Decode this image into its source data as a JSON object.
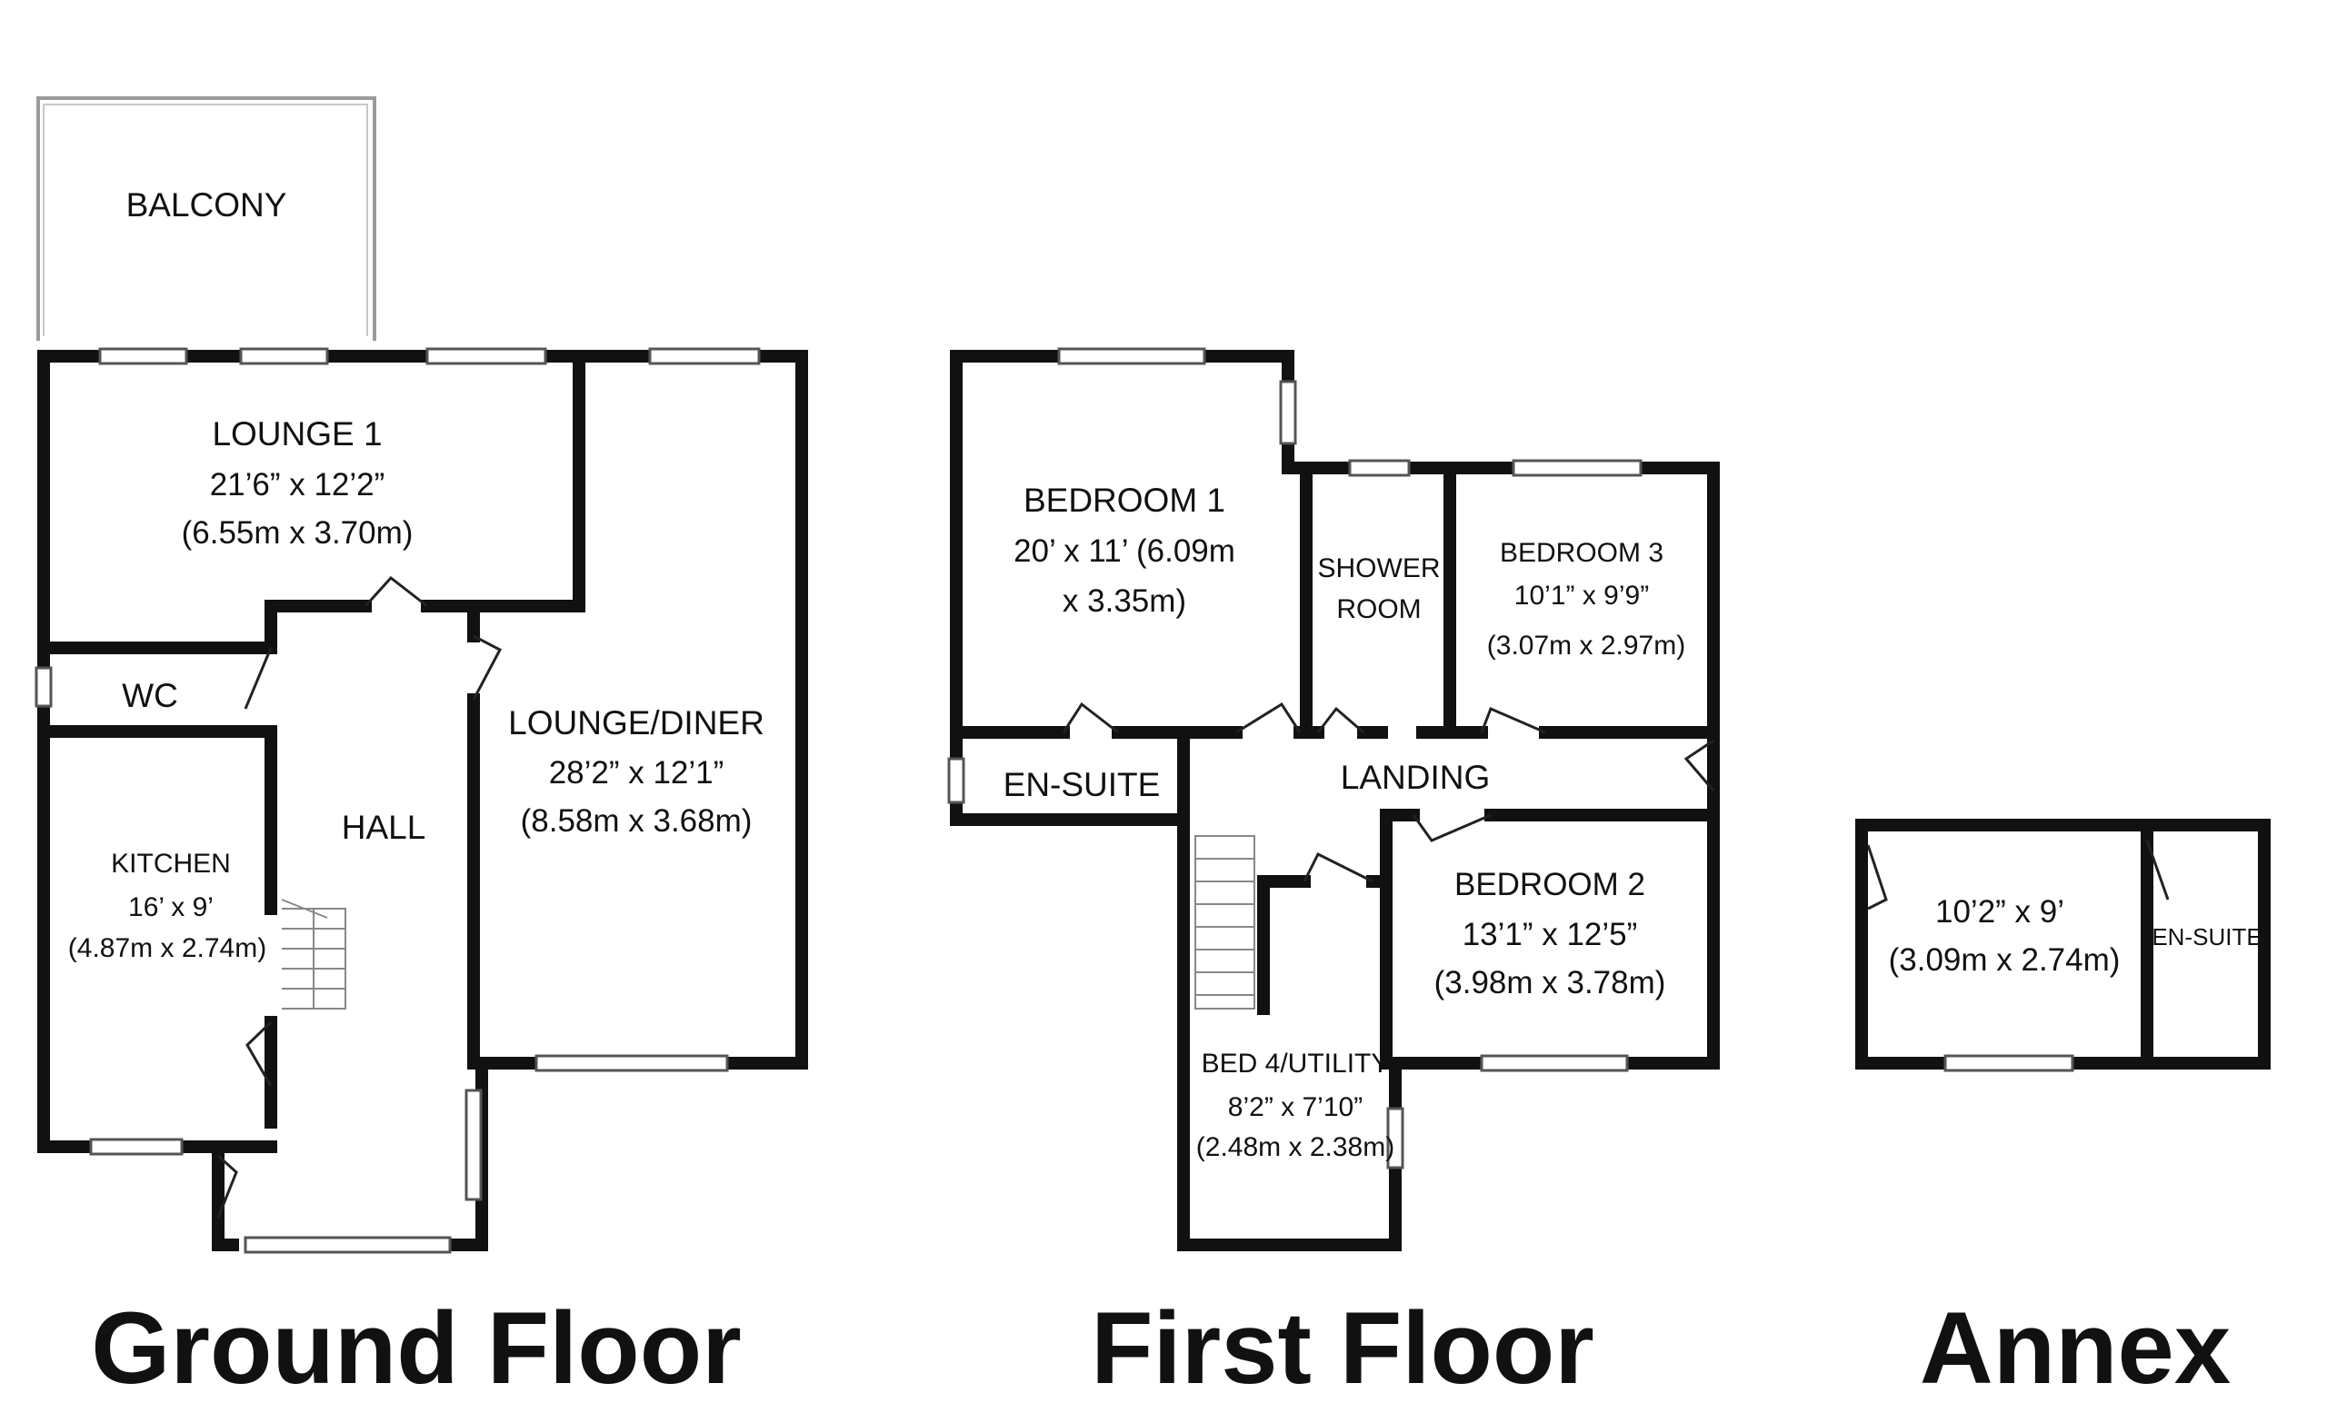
{
  "floors": {
    "ground": {
      "title": "Ground Floor",
      "rooms": {
        "balcony": {
          "name": "BALCONY"
        },
        "lounge1": {
          "name": "LOUNGE 1",
          "dim_imperial": "21’6” x 12’2”",
          "dim_metric": "(6.55m x 3.70m)"
        },
        "wc": {
          "name": "WC"
        },
        "kitchen": {
          "name": "KITCHEN",
          "dim_imperial": "16’ x 9’",
          "dim_metric": "(4.87m x 2.74m)"
        },
        "hall": {
          "name": "HALL"
        },
        "lounge_diner": {
          "name": "LOUNGE/DINER",
          "dim_imperial": "28’2” x 12’1”",
          "dim_metric": "(8.58m x 3.68m)"
        }
      }
    },
    "first": {
      "title": "First Floor",
      "rooms": {
        "bedroom1": {
          "name": "BEDROOM 1",
          "dim_line1": "20’ x 11’  (6.09m",
          "dim_line2": "x 3.35m)"
        },
        "shower": {
          "name_line1": "SHOWER",
          "name_line2": "ROOM"
        },
        "bedroom3": {
          "name": "BEDROOM 3",
          "dim_imperial": "10’1” x 9’9”",
          "dim_metric": "(3.07m x 2.97m)"
        },
        "ensuite": {
          "name": "EN-SUITE"
        },
        "landing": {
          "name": "LANDING"
        },
        "bedroom2": {
          "name": "BEDROOM 2",
          "dim_imperial": "13’1” x 12’5”",
          "dim_metric": "(3.98m x 3.78m)"
        },
        "bed4": {
          "name": "BED 4/UTILITY",
          "dim_imperial": "8’2” x 7’10”",
          "dim_metric": "(2.48m x 2.38m)"
        }
      }
    },
    "annex": {
      "title": "Annex",
      "rooms": {
        "main": {
          "dim_imperial": "10’2” x 9’",
          "dim_metric": "(3.09m x 2.74m)"
        },
        "ensuite": {
          "name": "EN-SUITE"
        }
      }
    }
  }
}
